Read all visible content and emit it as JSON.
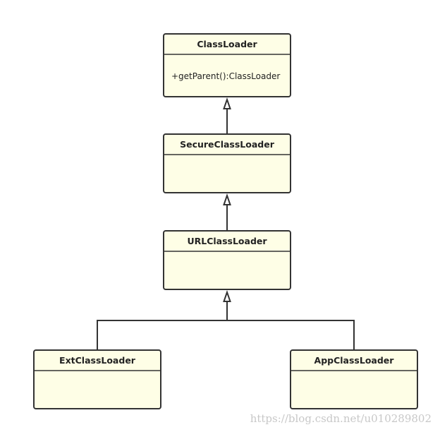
{
  "classes": {
    "classloader": {
      "name": "ClassLoader",
      "members": [
        "+getParent():ClassLoader"
      ]
    },
    "secureclassloader": {
      "name": "SecureClassLoader",
      "members": []
    },
    "urlclassloader": {
      "name": "URLClassLoader",
      "members": []
    },
    "extclassloader": {
      "name": "ExtClassLoader",
      "members": []
    },
    "appclassloader": {
      "name": "AppClassLoader",
      "members": []
    }
  },
  "relations": [
    {
      "type": "generalization",
      "from": "SecureClassLoader",
      "to": "ClassLoader"
    },
    {
      "type": "generalization",
      "from": "URLClassLoader",
      "to": "SecureClassLoader"
    },
    {
      "type": "generalization",
      "from": "ExtClassLoader",
      "to": "URLClassLoader"
    },
    {
      "type": "generalization",
      "from": "AppClassLoader",
      "to": "URLClassLoader"
    }
  ],
  "watermark": "https://blog.csdn.net/u010289802",
  "colors": {
    "class_fill": "#fefee6",
    "class_border": "#333333",
    "connector": "#333333",
    "text": "#222222",
    "watermark": "#c8c8c8"
  }
}
